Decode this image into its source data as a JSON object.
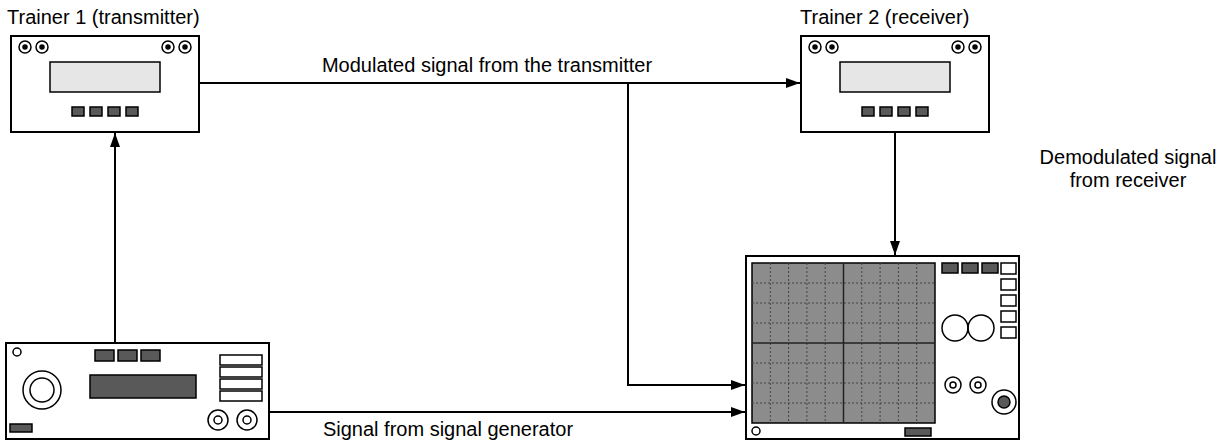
{
  "diagram": {
    "nodes": [
      {
        "text": [
          "Trainer 1 (transmitter)"
        ]
      },
      {
        "text": [
          "Trainer 2 (receiver)"
        ]
      },
      {
        "text": []
      },
      {
        "text": []
      }
    ],
    "edges": [
      {
        "from": 0,
        "to": 1,
        "label": "Modulated signal from the transmitter",
        "arrow": "to"
      },
      {
        "from": 0,
        "to": 3,
        "arrow": "to"
      },
      {
        "from": 1,
        "to": 3,
        "label": "Demodulated signal from receiver",
        "arrow": "to"
      },
      {
        "from": 2,
        "to": 0,
        "arrow": "to"
      },
      {
        "from": 2,
        "to": 3,
        "label": "Signal from signal generator",
        "arrow": "to"
      }
    ]
  }
}
